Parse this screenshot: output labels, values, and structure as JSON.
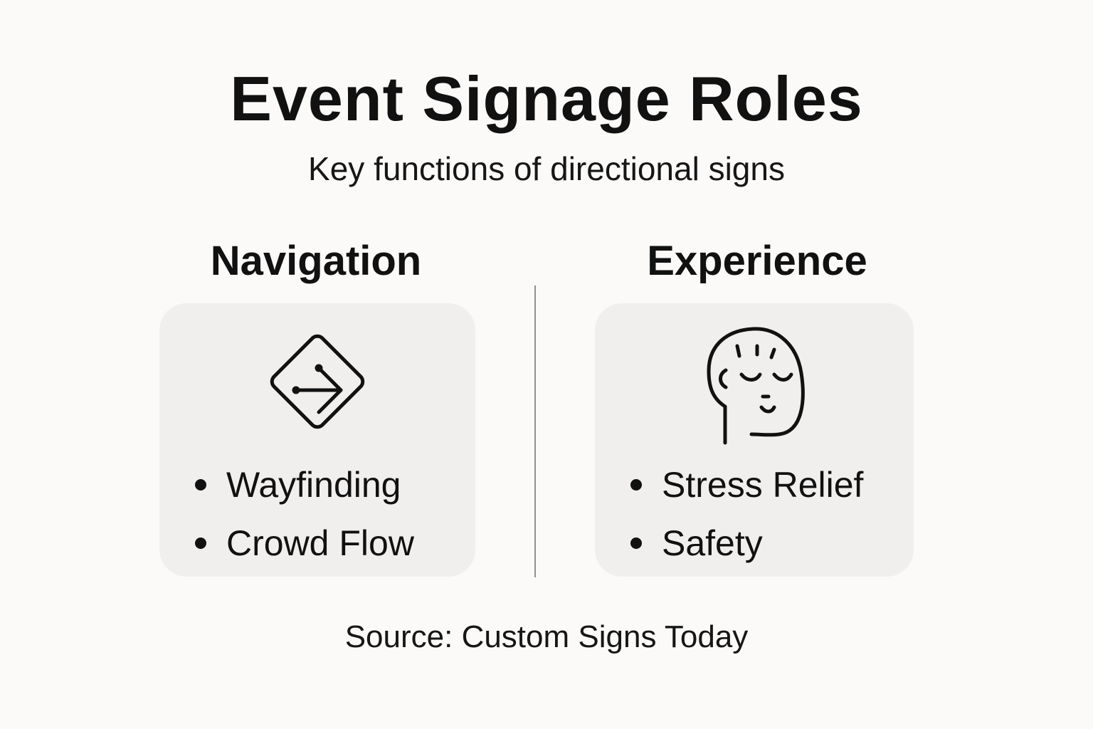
{
  "header": {
    "title": "Event Signage Roles",
    "subtitle": "Key functions of directional signs"
  },
  "columns": [
    {
      "title": "Navigation",
      "icon": "diamond-arrow-sign-icon",
      "items": [
        "Wayfinding",
        "Crowd Flow"
      ]
    },
    {
      "title": "Experience",
      "icon": "calm-head-icon",
      "items": [
        "Stress Relief",
        "Safety"
      ]
    }
  ],
  "footer": {
    "source": "Source: Custom Signs Today"
  },
  "colors": {
    "background": "#fbfaf8",
    "card": "#f1efee",
    "text": "#111111",
    "divider": "#8f8f8f"
  }
}
